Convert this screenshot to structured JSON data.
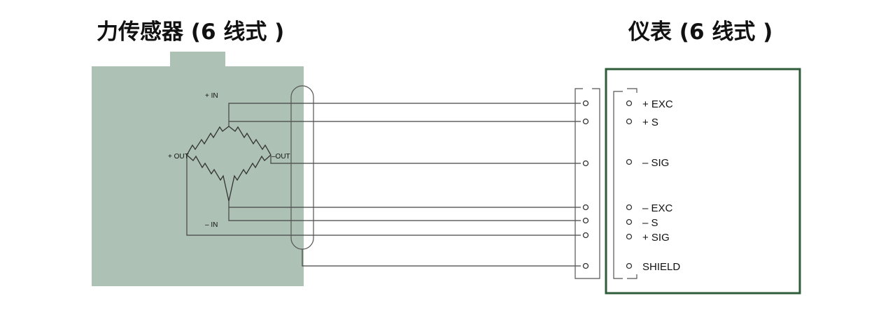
{
  "sensor": {
    "title": "力传感器 (6 线式 )",
    "labels": {
      "plus_in": "+ IN",
      "minus_in": "– IN",
      "plus_out": "+ OUT",
      "minus_out": "–OUT"
    },
    "body_color": "#adc2b5"
  },
  "meter": {
    "title": "仪表 (6 线式 )",
    "border_color": "#2e5c3a",
    "terminals": [
      {
        "key": "plus_exc",
        "label": "+ EXC"
      },
      {
        "key": "plus_s",
        "label": "+ S"
      },
      {
        "key": "minus_sig",
        "label": "– SIG"
      },
      {
        "key": "minus_exc",
        "label": "– EXC"
      },
      {
        "key": "minus_s",
        "label": "– S"
      },
      {
        "key": "plus_sig",
        "label": "+ SIG"
      },
      {
        "key": "shield",
        "label": "SHIELD"
      }
    ]
  }
}
